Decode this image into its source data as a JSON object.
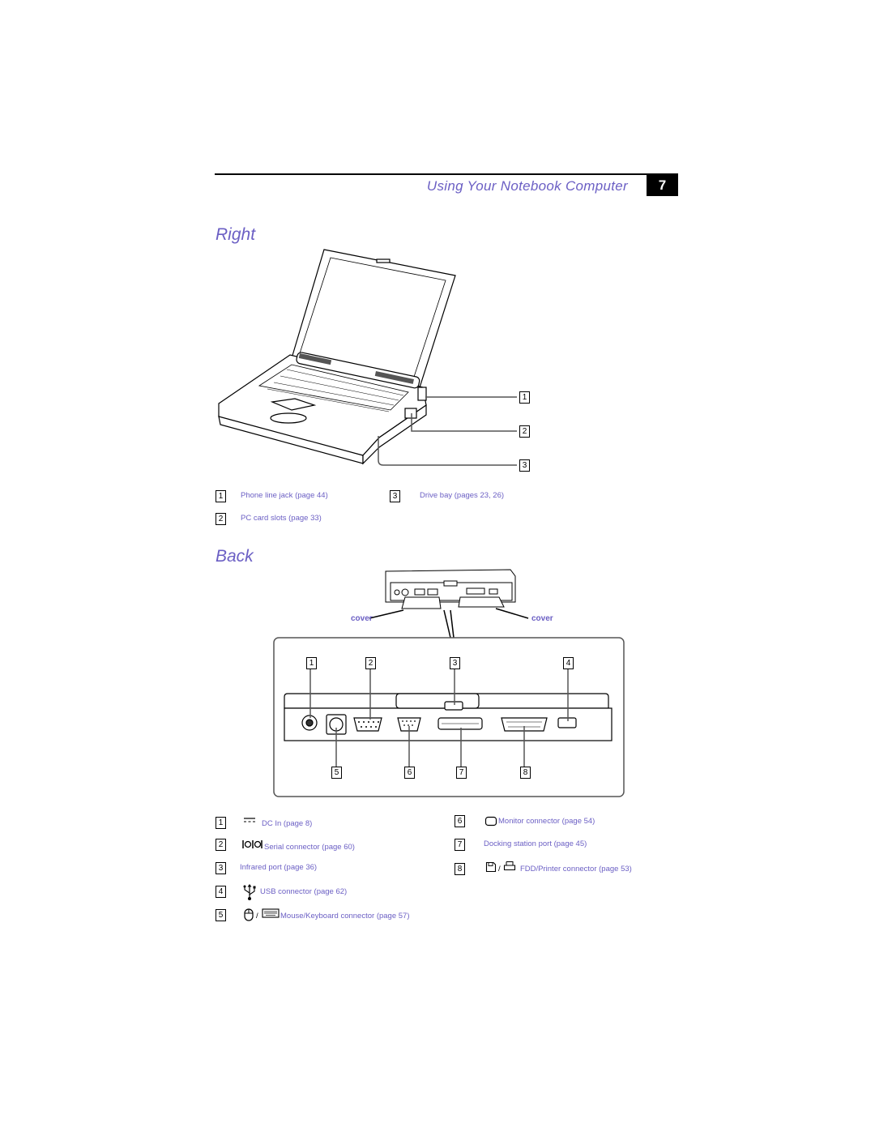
{
  "header": {
    "title": "Using Your Notebook Computer",
    "page_number": "7"
  },
  "right_section": {
    "heading": "Right",
    "callouts": [
      "1",
      "2",
      "3"
    ],
    "items": [
      {
        "num": "1",
        "label": "Phone line jack (page 44)"
      },
      {
        "num": "2",
        "label": "PC card slots (page 33)"
      },
      {
        "num": "3",
        "label": "Drive bay (pages 23, 26)"
      }
    ]
  },
  "back_section": {
    "heading": "Back",
    "cover_left": "cover",
    "cover_right": "cover",
    "callouts_top": [
      "1",
      "2",
      "3",
      "4"
    ],
    "callouts_bottom": [
      "5",
      "6",
      "7",
      "8"
    ],
    "items": [
      {
        "num": "1",
        "label": "DC In (page 8)",
        "icon": "dc-in-icon"
      },
      {
        "num": "2",
        "label": "Serial connector (page 60)",
        "icon": "serial-icon"
      },
      {
        "num": "3",
        "label": "Infrared port (page 36)"
      },
      {
        "num": "4",
        "label": "USB connector (page 62)",
        "icon": "usb-icon"
      },
      {
        "num": "5",
        "label": "Mouse/Keyboard connector (page 57)",
        "icon": "mouse-keyboard-icon"
      },
      {
        "num": "6",
        "label": "Monitor connector (page 54)",
        "icon": "monitor-icon"
      },
      {
        "num": "7",
        "label": "Docking station port (page 45)"
      },
      {
        "num": "8",
        "label": "FDD/Printer connector (page 53)",
        "icon": "fdd-printer-icon"
      }
    ],
    "slash": "/"
  }
}
